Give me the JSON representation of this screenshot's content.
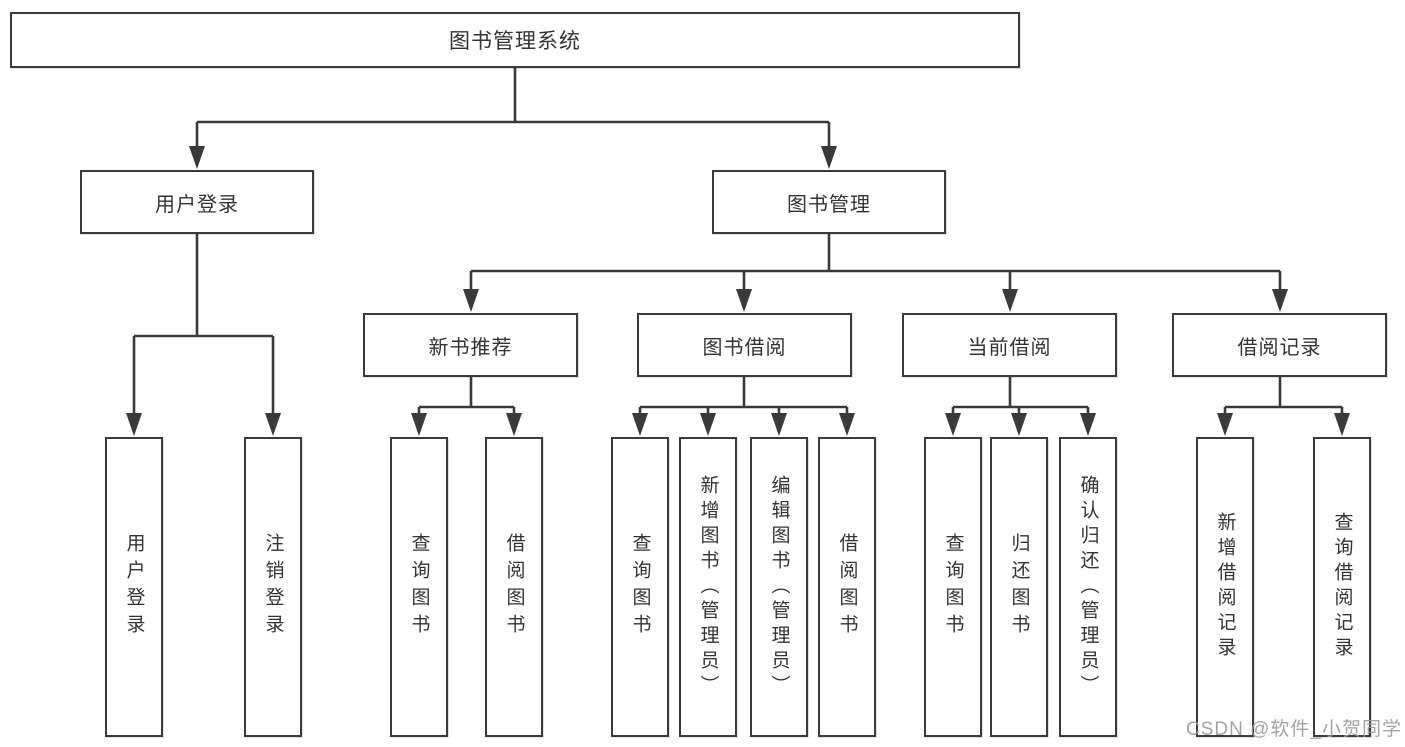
{
  "diagram": {
    "root": {
      "label": "图书管理系统"
    },
    "level2": [
      {
        "id": "user-login",
        "label": "用户登录"
      },
      {
        "id": "book-management",
        "label": "图书管理"
      }
    ],
    "level3": [
      {
        "id": "new-book-recommend",
        "label": "新书推荐"
      },
      {
        "id": "book-borrow",
        "label": "图书借阅"
      },
      {
        "id": "current-borrow",
        "label": "当前借阅"
      },
      {
        "id": "borrow-records",
        "label": "借阅记录"
      }
    ],
    "leaves": {
      "user_login": [
        "用户登录",
        "注销登录"
      ],
      "new_book_recommend": [
        "查询图书",
        "借阅图书"
      ],
      "book_borrow": [
        "查询图书",
        "新增图书（管理员）",
        "编辑图书（管理员）",
        "借阅图书"
      ],
      "current_borrow": [
        "查询图书",
        "归还图书",
        "确认归还（管理员）"
      ],
      "borrow_records": [
        "新增借阅记录",
        "查询借阅记录"
      ]
    },
    "watermark": "CSDN @软件_小贺同学",
    "colors": {
      "line": "#3a3a3a",
      "text": "#333333",
      "box_background": "#ffffff",
      "watermark": "#9e9e9e"
    }
  }
}
